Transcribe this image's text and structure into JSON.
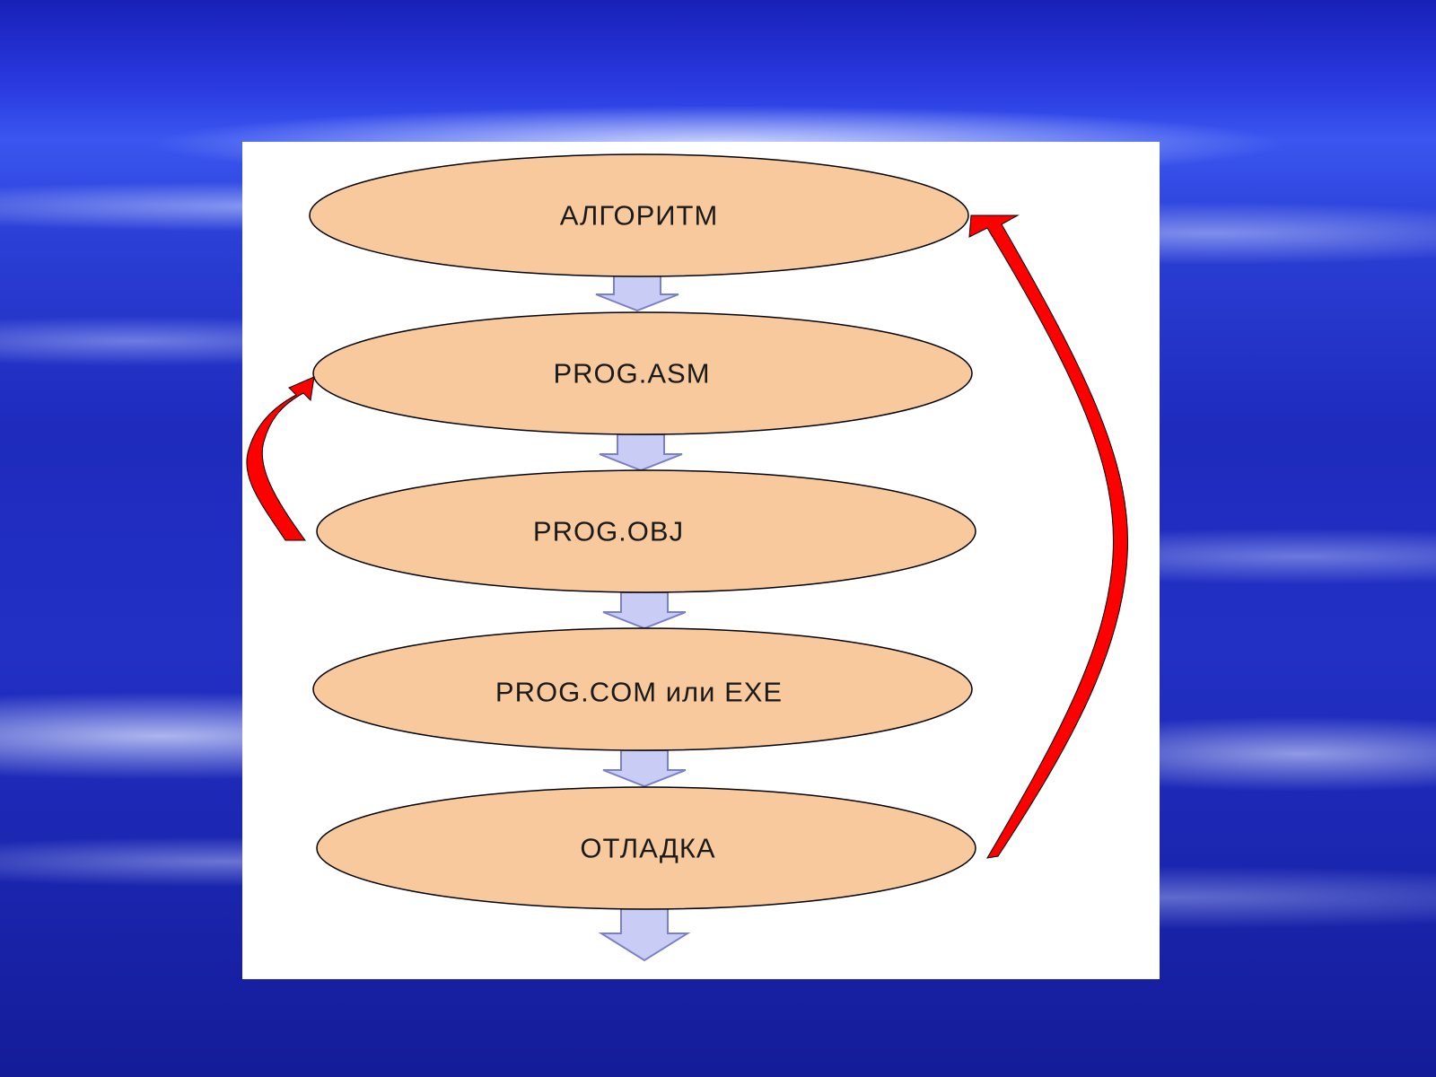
{
  "diagram": {
    "nodes": [
      {
        "id": "algorithm",
        "label": "АЛГОРИТМ"
      },
      {
        "id": "asm",
        "label": "PROG.ASM"
      },
      {
        "id": "obj",
        "label": "PROG.OBJ"
      },
      {
        "id": "exe",
        "label": "PROG.COM или EXE"
      },
      {
        "id": "debug",
        "label": "ОТЛАДКА"
      }
    ],
    "flow_arrows": [
      {
        "from": "algorithm",
        "to": "asm"
      },
      {
        "from": "asm",
        "to": "obj"
      },
      {
        "from": "obj",
        "to": "exe"
      },
      {
        "from": "exe",
        "to": "debug"
      },
      {
        "from": "debug",
        "to": "output"
      }
    ],
    "feedback_arrows": [
      {
        "from": "obj",
        "to": "asm"
      },
      {
        "from": "debug",
        "to": "algorithm"
      }
    ],
    "colors": {
      "node_fill": "#f8c99c",
      "node_stroke": "#000000",
      "flow_arrow_fill": "#c9cdf5",
      "flow_arrow_stroke": "#7a80c8",
      "feedback_arrow_fill": "#ff0000",
      "panel_background": "#ffffff",
      "slide_background": "#2230c4"
    }
  }
}
